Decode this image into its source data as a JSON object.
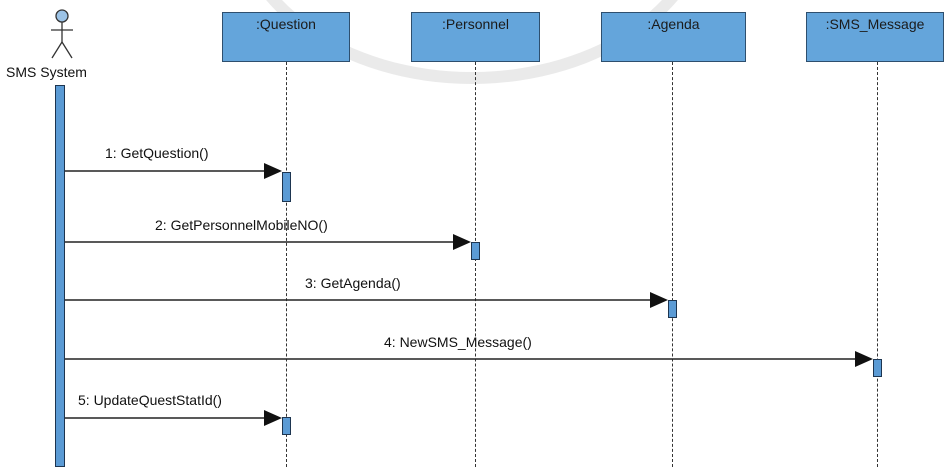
{
  "actor": {
    "label": "SMS System"
  },
  "lifelines": [
    {
      "id": "question",
      "label": ":Question"
    },
    {
      "id": "personnel",
      "label": ":Personnel"
    },
    {
      "id": "agenda",
      "label": ":Agenda"
    },
    {
      "id": "sms_message",
      "label": ":SMS_Message"
    }
  ],
  "messages": [
    {
      "label": "1: GetQuestion()",
      "target": "question"
    },
    {
      "label": "2: GetPersonnelMobileNO()",
      "target": "personnel"
    },
    {
      "label": "3: GetAgenda()",
      "target": "agenda"
    },
    {
      "label": "4: NewSMS_Message()",
      "target": "sms_message"
    },
    {
      "label": "5: UpdateQuestStatId()",
      "target": "question"
    }
  ],
  "colors": {
    "box_fill": "#64a5db",
    "activation_fill": "#5b9bd5",
    "line": "#333333"
  }
}
